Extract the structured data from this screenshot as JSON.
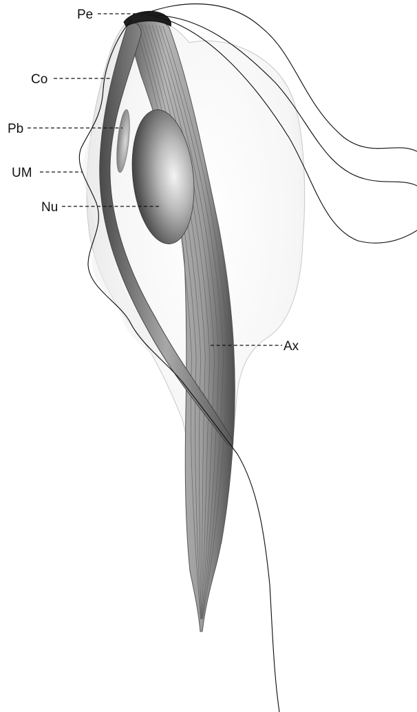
{
  "diagram": {
    "labels": {
      "pelta": "Pe",
      "costa": "Co",
      "parabasal_body": "Pb",
      "undulating_membrane": "UM",
      "nucleus": "Nu",
      "axostyle": "Ax"
    },
    "colors": {
      "ink": "#111111",
      "cell_body": "#e9e9e9",
      "axostyle": "#8a8a8a",
      "costa": "#7a7a7a",
      "nucleus": "#5a5a5a",
      "pelta": "#222222"
    }
  }
}
